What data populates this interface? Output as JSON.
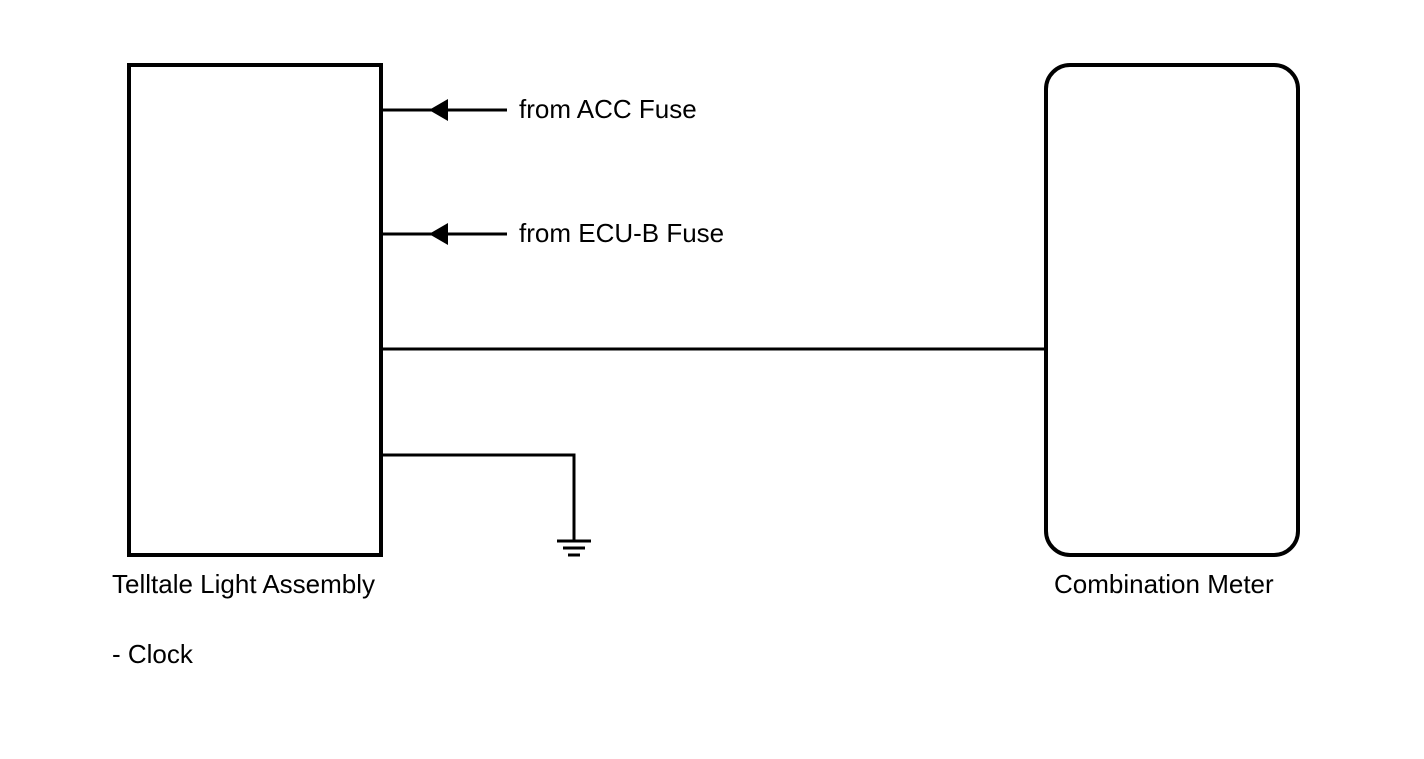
{
  "components": {
    "telltale": {
      "name": "Telltale Light Assembly",
      "note": "- Clock"
    },
    "combination_meter": {
      "name": "Combination Meter"
    }
  },
  "inputs": {
    "acc": {
      "label": "from ACC Fuse"
    },
    "ecu_b": {
      "label": "from ECU-B Fuse"
    }
  },
  "colors": {
    "line": "#000000",
    "background": "#ffffff"
  }
}
